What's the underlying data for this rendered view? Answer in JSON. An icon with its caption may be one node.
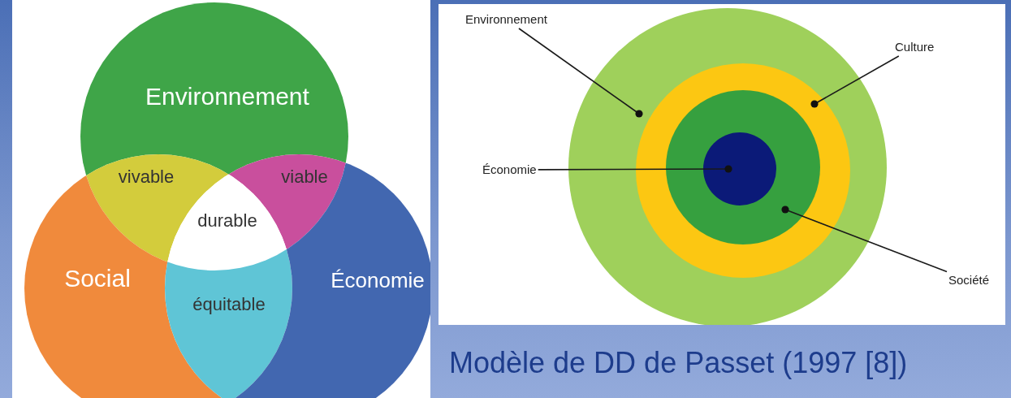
{
  "diagram": {
    "caption": "Modèle de DD de Passet (1997 [8])",
    "nodes": [
      {
        "text": [
          "Environnement"
        ]
      },
      {
        "text": [
          "vivable"
        ]
      },
      {
        "text": [
          "viable"
        ]
      },
      {
        "text": [
          "durable"
        ]
      },
      {
        "text": [
          "Social"
        ]
      },
      {
        "text": [
          "équitable"
        ]
      },
      {
        "text": [
          "Économie"
        ]
      },
      {
        "text": [
          "Environnement"
        ]
      },
      {
        "text": [
          "Culture"
        ]
      },
      {
        "text": [],
        "shape": "circle"
      },
      {
        "text": [],
        "shape": "circle",
        "in": 9
      },
      {
        "text": [],
        "shape": "circle",
        "in": 10
      },
      {
        "text": [
          "Économie"
        ]
      },
      {
        "text": [],
        "shape": "circle",
        "in": 11
      },
      {
        "text": [
          "Société"
        ]
      }
    ],
    "edges": [
      {
        "from": 7,
        "to": 9,
        "arrow": "other"
      },
      {
        "from": 8,
        "to": 10,
        "arrow": "other"
      },
      {
        "from": 12,
        "to": 13,
        "arrow": "other"
      },
      {
        "from": 14,
        "to": 11,
        "arrow": "other"
      }
    ]
  }
}
